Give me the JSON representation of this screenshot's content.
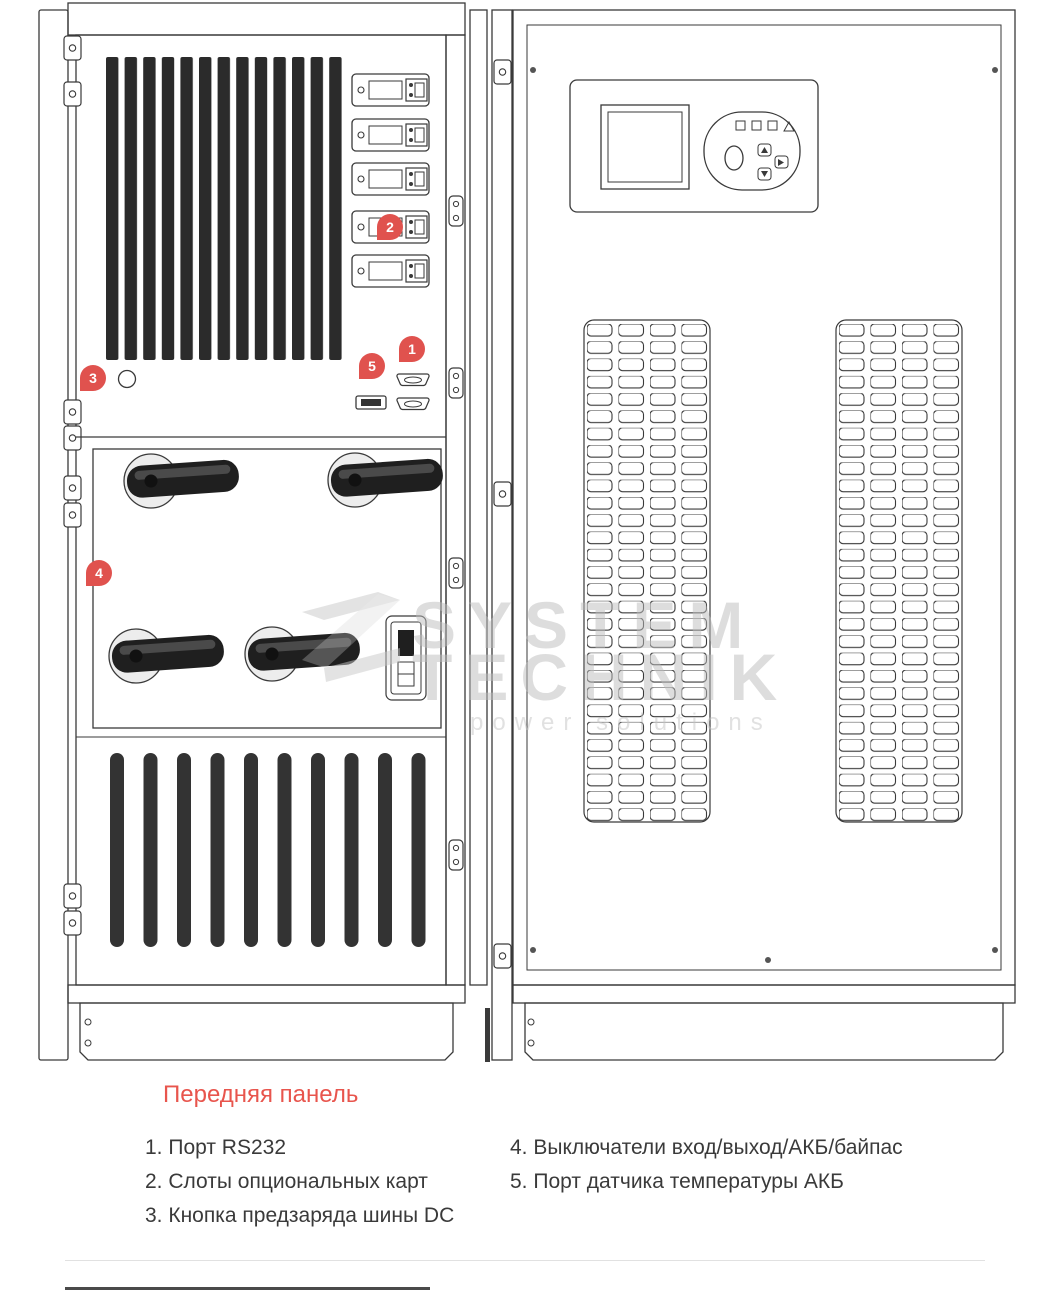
{
  "markers": {
    "m1": "1",
    "m2": "2",
    "m3": "3",
    "m4": "4",
    "m5": "5"
  },
  "watermark": {
    "line1": "SYSTEM",
    "line2": "TECHNIK",
    "tagline": "power solutions"
  },
  "legend": {
    "title": "Передняя панель",
    "columns": [
      [
        "1. Порт RS232",
        "2. Слоты опциональных карт",
        "3. Кнопка предзаряда шины DC"
      ],
      [
        "4. Выключатели вход/выход/АКБ/байпас",
        "5. Порт датчика температуры АКБ"
      ]
    ]
  },
  "colors": {
    "marker_red": "#e0524e",
    "title_red": "#e8554d",
    "line_dark": "#3a3a3a",
    "watermark_gray": "#c8c8c8"
  }
}
